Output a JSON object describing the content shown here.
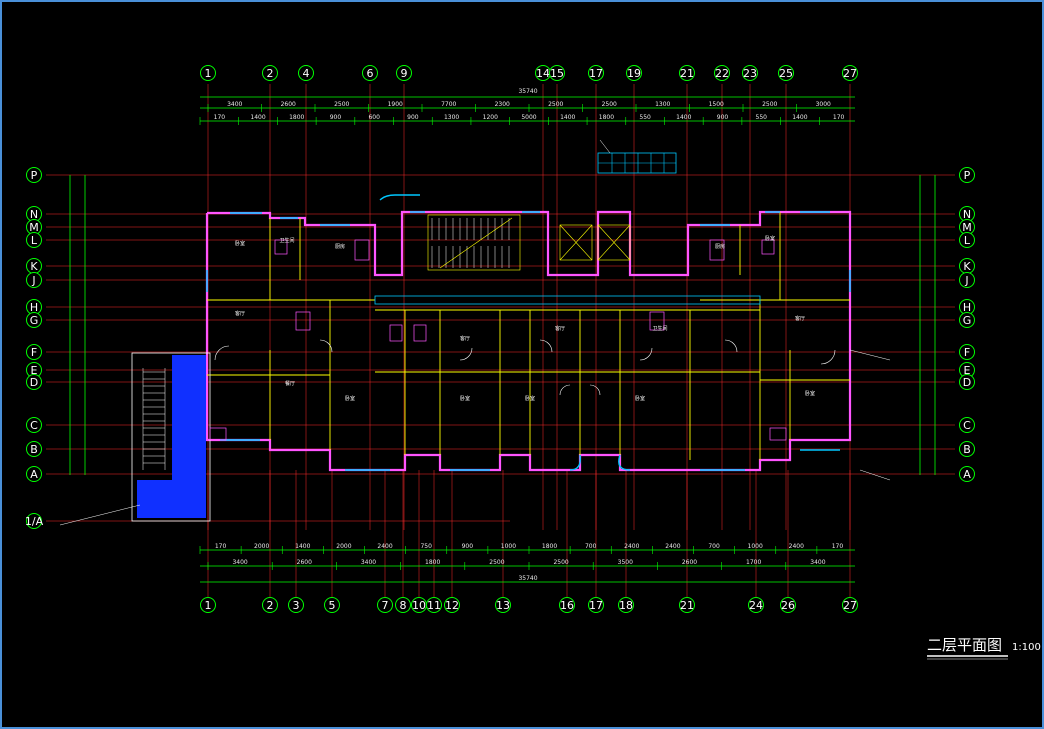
{
  "colors": {
    "background": "#000000",
    "frame": "#4a90d9",
    "axis_circle": "#00ff00",
    "axis_line": "#ff2a2a",
    "dimension": "#00ff00",
    "wall": "#ff55ff",
    "window": "#00c8ff",
    "interior": "#ffff00",
    "balcony_fill": "#1030ff"
  },
  "title": "二层平面图",
  "scale": "1:100",
  "top_axes": [
    "1",
    "2",
    "4",
    "6",
    "9",
    "14",
    "15",
    "17",
    "19",
    "21",
    "22",
    "23",
    "25",
    "27"
  ],
  "bottom_axes": [
    "1",
    "2",
    "3",
    "5",
    "7",
    "8",
    "10",
    "11",
    "12",
    "13",
    "16",
    "17",
    "18",
    "21",
    "24",
    "26",
    "27"
  ],
  "left_axes": [
    "P",
    "N",
    "M",
    "L",
    "K",
    "J",
    "H",
    "G",
    "F",
    "E",
    "D",
    "C",
    "B",
    "A",
    "1/A"
  ],
  "right_axes": [
    "P",
    "N",
    "M",
    "L",
    "K",
    "J",
    "H",
    "G",
    "F",
    "E",
    "D",
    "C",
    "B",
    "A"
  ],
  "overall_dimension": "35740",
  "top_dimensions_row1": [
    "3400",
    "2600",
    "2500",
    "1900",
    "7700",
    "2300",
    "2500",
    "2500",
    "1300",
    "1500",
    "2500",
    "3000"
  ],
  "top_dimensions_row2": [
    "170",
    "1400",
    "1800",
    "900",
    "600",
    "900",
    "1300",
    "1200",
    "5000",
    "1400",
    "1800",
    "550",
    "1400",
    "900",
    "550",
    "1400",
    "170"
  ],
  "bottom_dimensions_row1": [
    "170",
    "2000",
    "1400",
    "2000",
    "2400",
    "750",
    "900",
    "1000",
    "1800",
    "700",
    "2400",
    "2400",
    "700",
    "1000",
    "2400",
    "170"
  ],
  "bottom_dimensions_row2": [
    "3400",
    "2600",
    "3400",
    "1800",
    "2500",
    "2500",
    "3500",
    "2600",
    "1700",
    "3400"
  ],
  "rooms": [
    {
      "label": "卧室"
    },
    {
      "label": "卫生间"
    },
    {
      "label": "厨房"
    },
    {
      "label": "客厅"
    },
    {
      "label": "餐厅"
    },
    {
      "label": "卧室"
    },
    {
      "label": "客厅"
    },
    {
      "label": "卧室"
    },
    {
      "label": "客厅"
    },
    {
      "label": "卧室"
    },
    {
      "label": "卧室"
    },
    {
      "label": "厨房"
    },
    {
      "label": "卫生间"
    },
    {
      "label": "卧室"
    },
    {
      "label": "客厅"
    },
    {
      "label": "卧室"
    }
  ]
}
